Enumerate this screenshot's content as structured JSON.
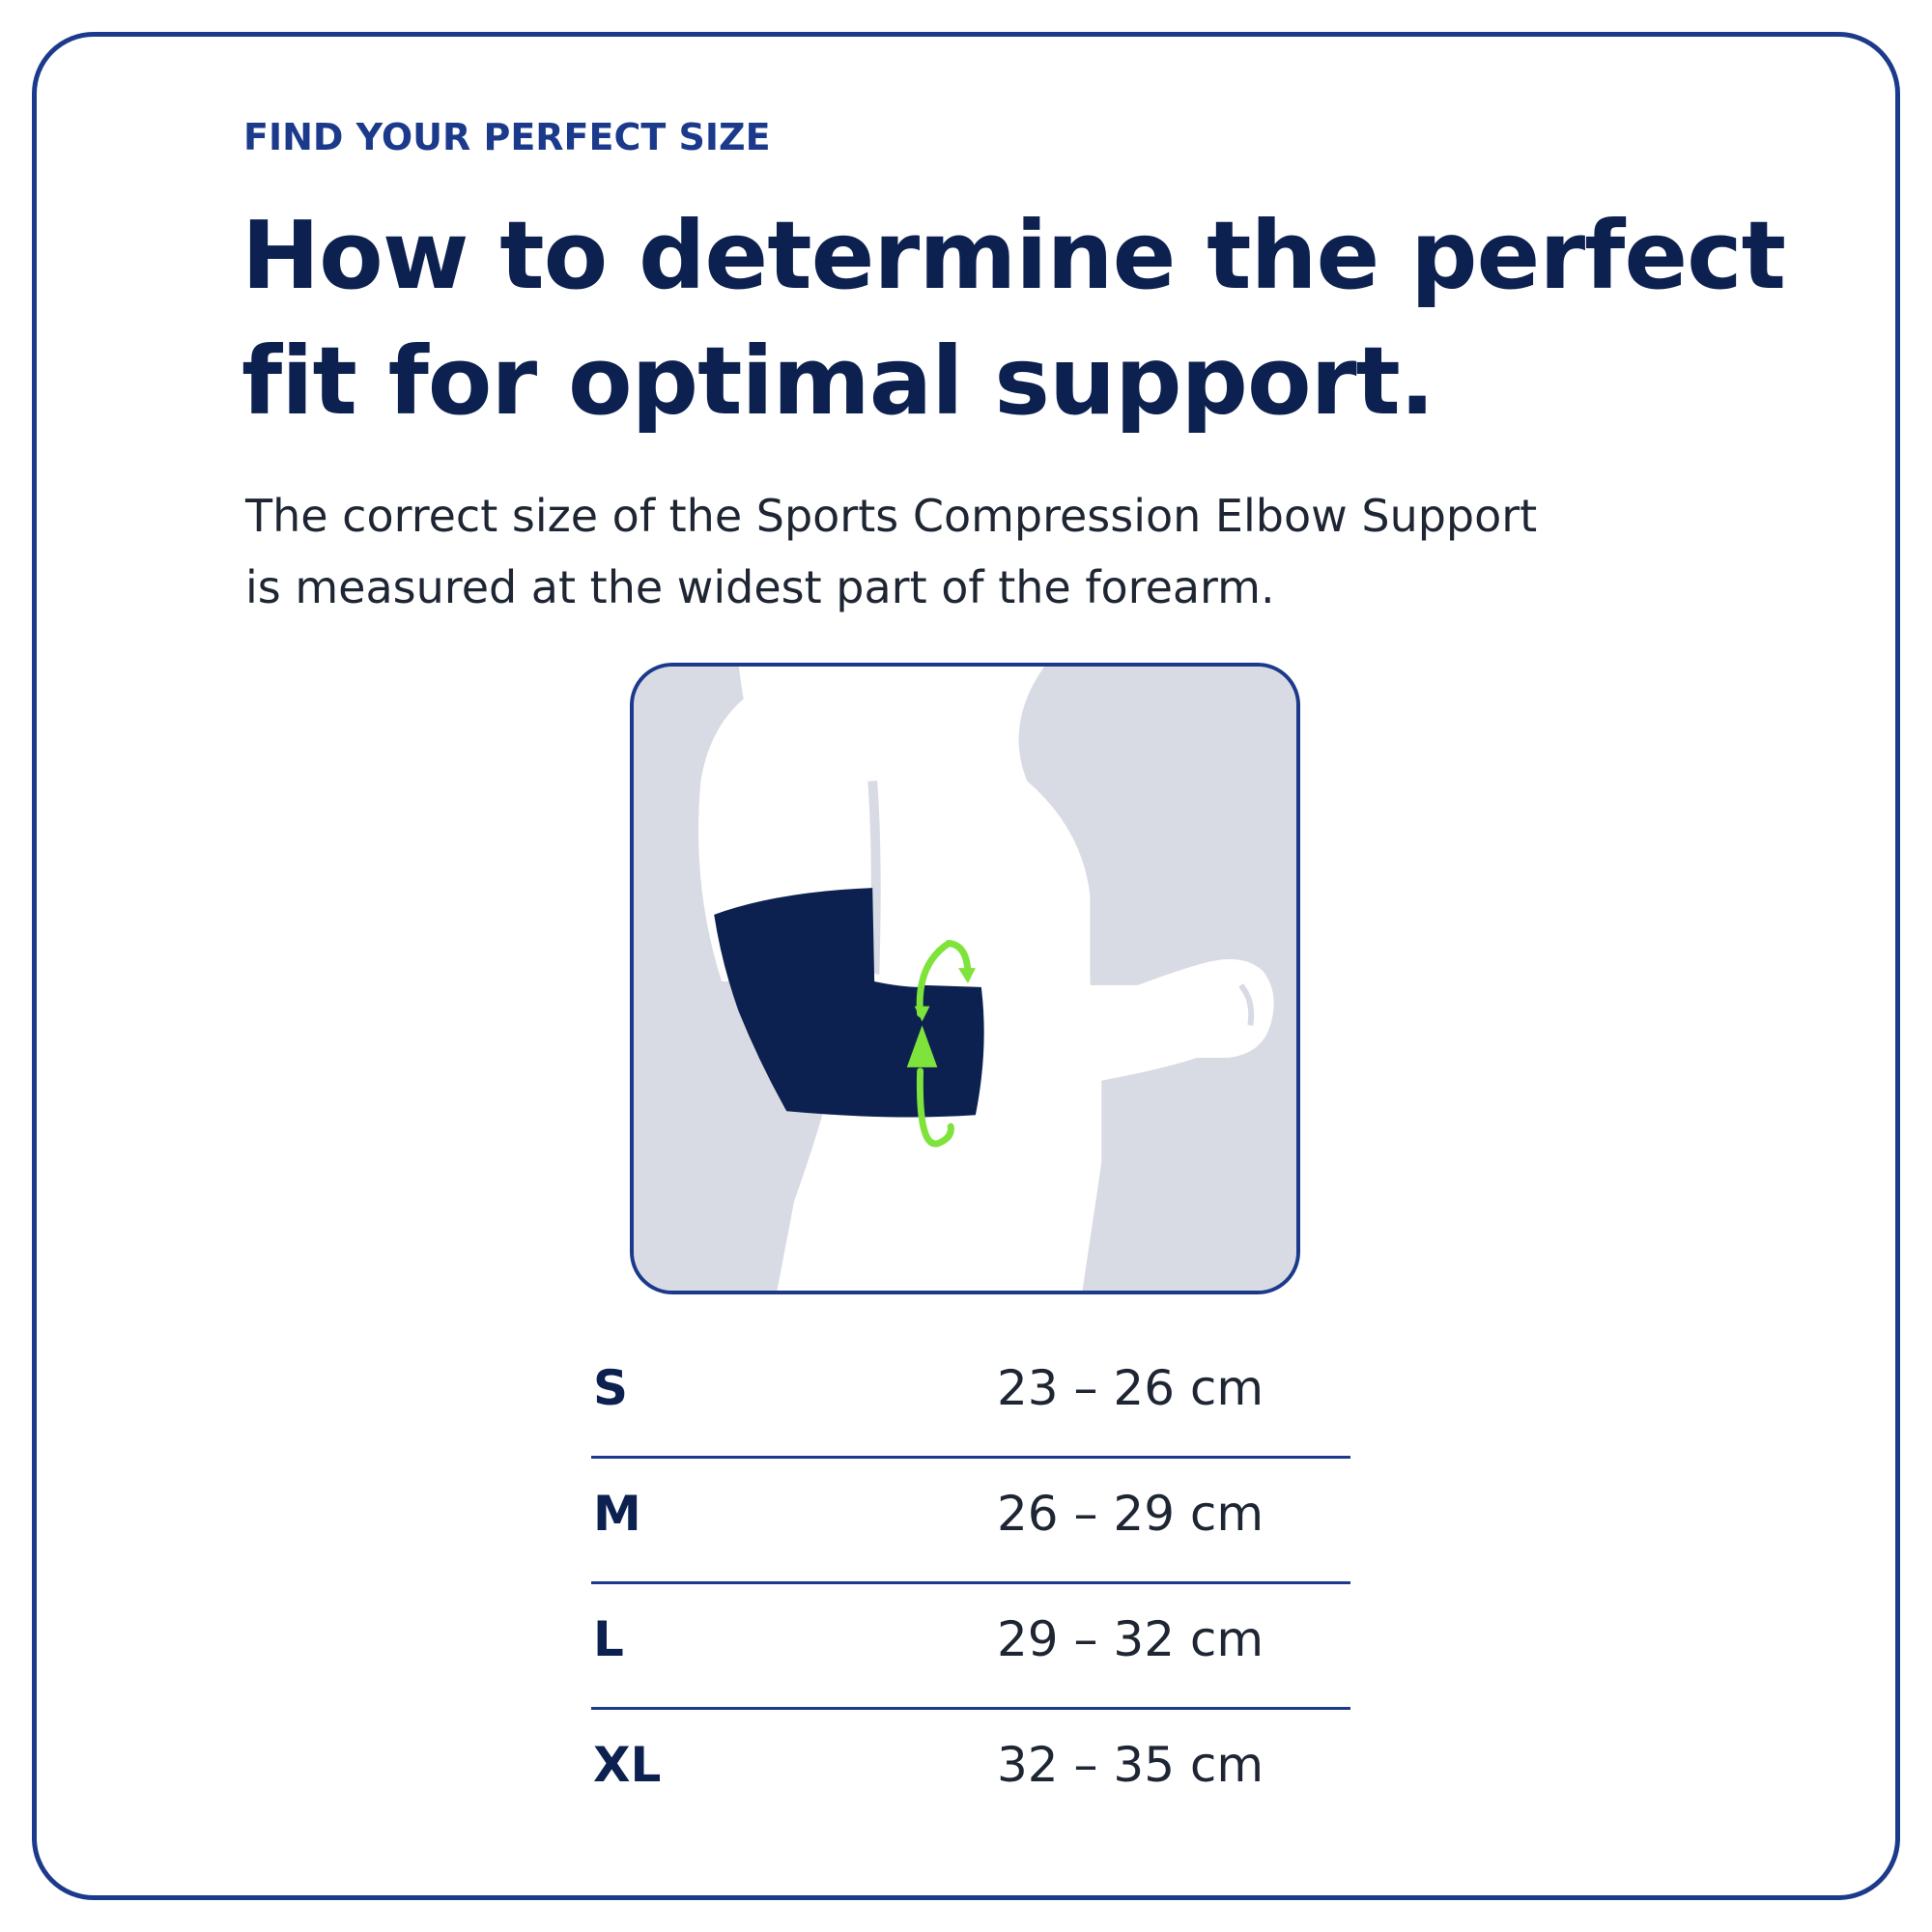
{
  "eyebrow": "FIND YOUR PERFECT SIZE",
  "headline": {
    "line1": "How to determine the perfect",
    "line2": "fit for optimal support."
  },
  "intro": {
    "line1": "The correct size of the Sports Compression Elbow Support",
    "line2": "is measured at the widest part of the forearm."
  },
  "illustration": {
    "icon": "arm-measurement-icon",
    "colors": {
      "background": "#d8dbe3",
      "body": "#ffffff",
      "sleeve": "#0d2150",
      "arrow": "#7ee33a",
      "border": "#1c3a8c"
    }
  },
  "sizes": [
    {
      "label": "S",
      "range": "23 – 26 cm"
    },
    {
      "label": "M",
      "range": "26 – 29 cm"
    },
    {
      "label": "L",
      "range": "29 – 32 cm"
    },
    {
      "label": "XL",
      "range": "32 – 35 cm"
    }
  ],
  "colors": {
    "accent": "#1c3a8c",
    "heading": "#0d2150",
    "text": "#1f2633"
  }
}
